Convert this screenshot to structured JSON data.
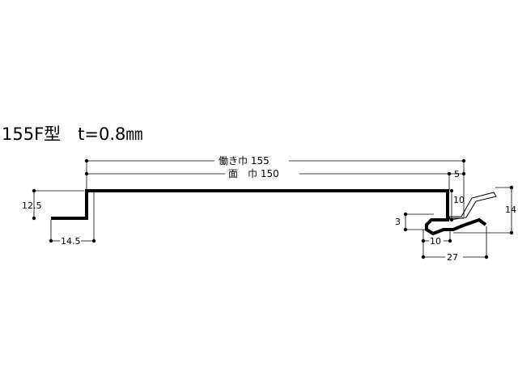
{
  "title": "155F型　t=0.8㎜",
  "dimensions": {
    "working_width": "働き巾 155",
    "face_width": "面　巾 150",
    "d_5": "5",
    "d_12_5": "12.5",
    "d_14_5": "14.5",
    "d_10_vertical": "10",
    "d_3": "3",
    "d_10_horizontal": "10",
    "d_27": "27",
    "d_14": "14"
  }
}
